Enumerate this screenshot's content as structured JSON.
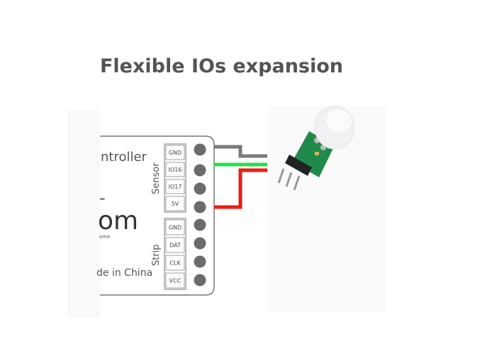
{
  "title": "Flexible IOs expansion",
  "board": {
    "name_fragment": "ntroller",
    "dash_fragment": "-",
    "brand_fragment": "om",
    "sub_fragment": "ome",
    "made_in": "de in China",
    "group_sensor": "Sensor",
    "group_strip": "Strip",
    "sensor_pins": [
      "GND",
      "IO16",
      "IO17",
      "5V"
    ],
    "strip_pins": [
      "GND",
      "DAT",
      "CLK",
      "VCC"
    ]
  },
  "colors": {
    "wire_gnd": "#7a7a7a",
    "wire_signal": "#22e04a",
    "wire_power": "#f01a10",
    "pcb": "#1f8a4c"
  }
}
